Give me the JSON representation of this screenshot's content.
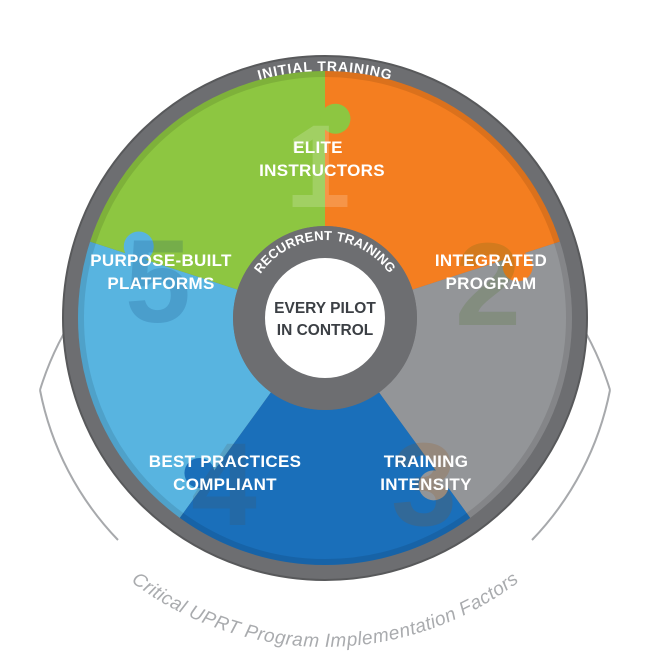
{
  "outer_ring": {
    "label": "INITIAL TRAINING"
  },
  "inner_ring": {
    "label": "RECURRENT TRAINING"
  },
  "center": {
    "line1": "EVERY PILOT",
    "line2": "IN CONTROL"
  },
  "caption": "Critical UPRT Program Implementation Factors",
  "segments": [
    {
      "number": "1",
      "line1": "ELITE",
      "line2": "INSTRUCTORS",
      "color": "#58b4e0"
    },
    {
      "number": "2",
      "line1": "INTEGRATED",
      "line2": "PROGRAM",
      "color": "#8dc641"
    },
    {
      "number": "3",
      "line1": "TRAINING",
      "line2": "INTENSITY",
      "color": "#f47e20"
    },
    {
      "number": "4",
      "line1": "BEST PRACTICES",
      "line2": "COMPLIANT",
      "color": "#939598"
    },
    {
      "number": "5",
      "line1": "PURPOSE-BUILT",
      "line2": "PLATFORMS",
      "color": "#1a6fba"
    }
  ],
  "colors": {
    "ring": "#6d6e71",
    "ring_light": "#8a8b8e",
    "caption_arc": "#a7a9ac"
  }
}
